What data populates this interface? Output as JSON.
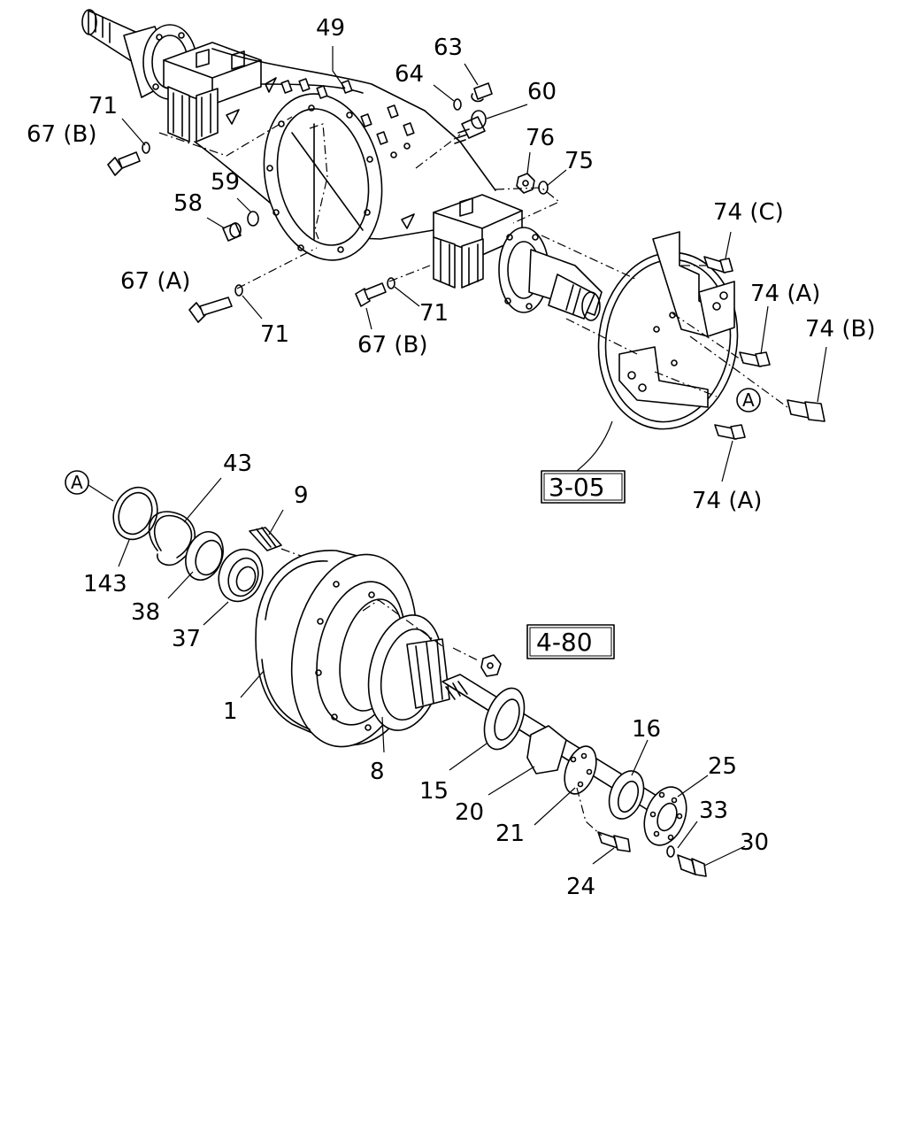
{
  "callouts": [
    {
      "id": "49",
      "text": "49"
    },
    {
      "id": "63",
      "text": "63"
    },
    {
      "id": "64",
      "text": "64"
    },
    {
      "id": "60",
      "text": "60"
    },
    {
      "id": "71a",
      "text": "71"
    },
    {
      "id": "67b-top",
      "text": "67 (B)"
    },
    {
      "id": "76",
      "text": "76"
    },
    {
      "id": "75",
      "text": "75"
    },
    {
      "id": "59",
      "text": "59"
    },
    {
      "id": "58",
      "text": "58"
    },
    {
      "id": "74c",
      "text": "74 (C)"
    },
    {
      "id": "74a-upper",
      "text": "74 (A)"
    },
    {
      "id": "74b",
      "text": "74 (B)"
    },
    {
      "id": "67a",
      "text": "67 (A)"
    },
    {
      "id": "71b",
      "text": "71"
    },
    {
      "id": "71c",
      "text": "71"
    },
    {
      "id": "67b-mid",
      "text": "67 (B)"
    },
    {
      "id": "74a-lower",
      "text": "74 (A)"
    },
    {
      "id": "43",
      "text": "43"
    },
    {
      "id": "9",
      "text": "9"
    },
    {
      "id": "143",
      "text": "143"
    },
    {
      "id": "38",
      "text": "38"
    },
    {
      "id": "37",
      "text": "37"
    },
    {
      "id": "1",
      "text": "1"
    },
    {
      "id": "8",
      "text": "8"
    },
    {
      "id": "16",
      "text": "16"
    },
    {
      "id": "25",
      "text": "25"
    },
    {
      "id": "15",
      "text": "15"
    },
    {
      "id": "20",
      "text": "20"
    },
    {
      "id": "33",
      "text": "33"
    },
    {
      "id": "21",
      "text": "21"
    },
    {
      "id": "30",
      "text": "30"
    },
    {
      "id": "24",
      "text": "24"
    }
  ],
  "references": [
    {
      "id": "ref-3-05",
      "text": "3-05"
    },
    {
      "id": "ref-4-80",
      "text": "4-80"
    }
  ],
  "markers": [
    {
      "id": "marker-a-upper",
      "text": "A"
    },
    {
      "id": "marker-a-lower",
      "text": "A"
    }
  ]
}
